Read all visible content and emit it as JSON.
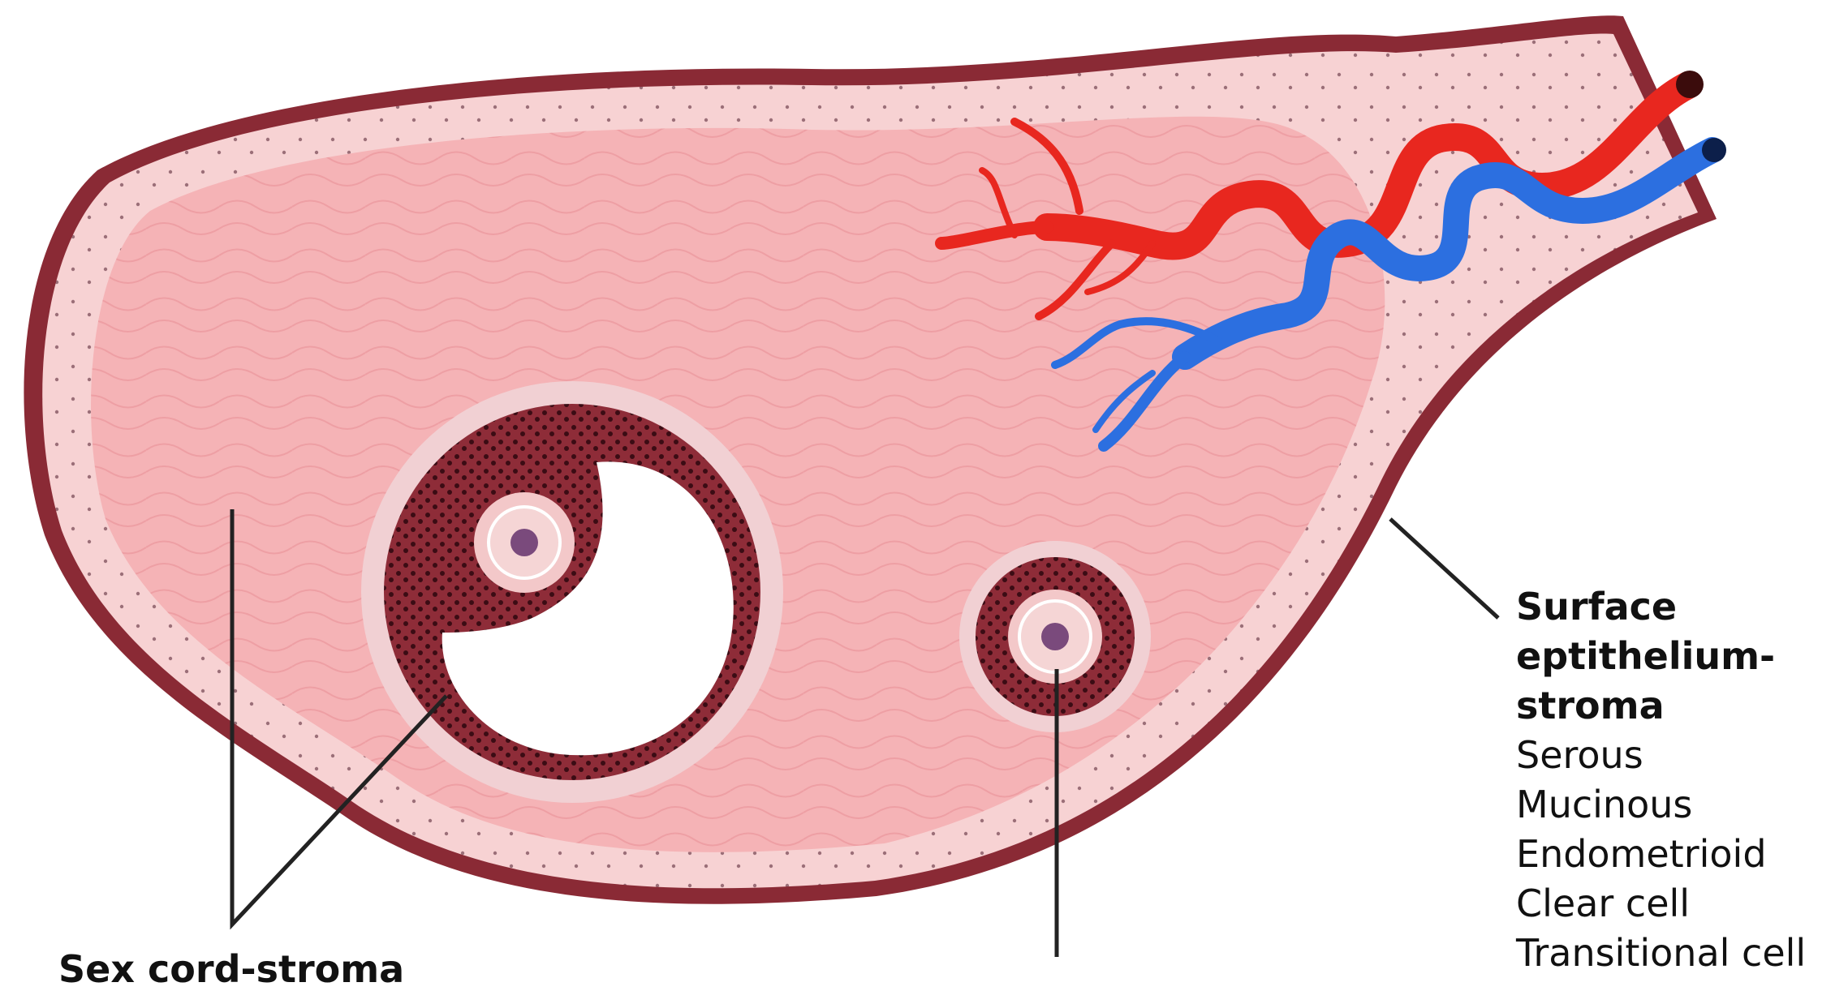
{
  "labels": {
    "surface_epithelium": {
      "heading_lines": [
        "Surface",
        "eptithelium-",
        "stroma"
      ],
      "items": [
        "Serous",
        "Mucinous",
        "Endometrioid",
        "Clear cell",
        "Transitional cell"
      ]
    },
    "sex_cord_stroma": "Sex cord-stroma"
  },
  "colors": {
    "stroma": "#f5b3b6",
    "cortex": "#f7d2d3",
    "epithelium": "#8a2a35",
    "granulosa": "#8e2c38",
    "artery": "#e8271f",
    "vein": "#2c6fe0",
    "leader": "#222222"
  }
}
